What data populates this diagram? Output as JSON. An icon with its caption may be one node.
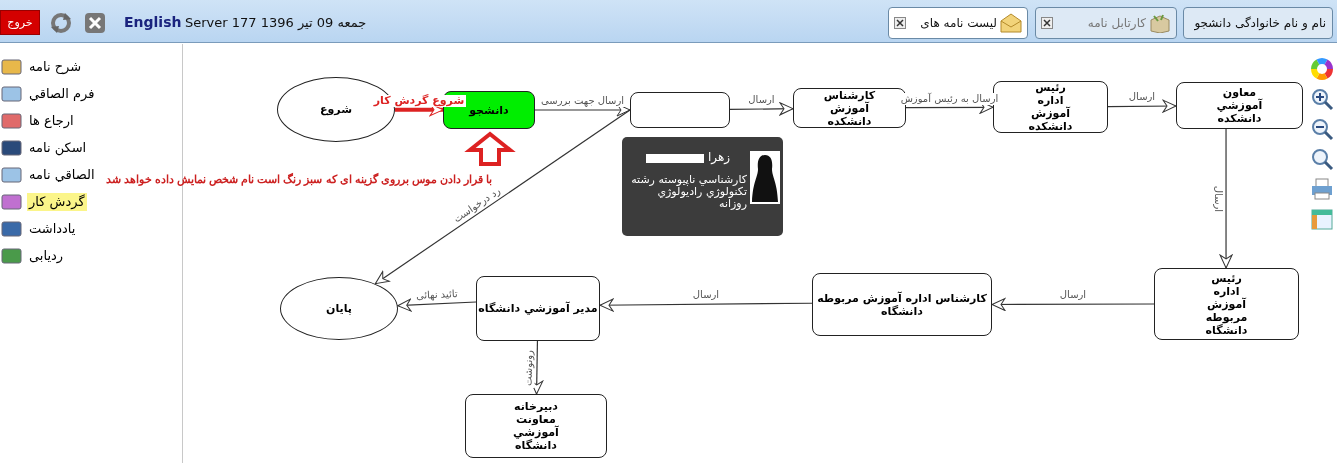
{
  "diagram": {
    "nodes": [
      {
        "text": [
          "شروع"
        ]
      },
      {
        "text": [
          "دانشجو"
        ]
      },
      {
        "text": [],
        "shape": "box"
      },
      {
        "text": [
          "کارشناس آموزش دانشکده"
        ]
      },
      {
        "text": [
          "رئيس اداره آموزش دانشکده"
        ]
      },
      {
        "text": [
          "معاون آموزشي دانشکده"
        ]
      },
      {
        "text": [
          "رئيس اداره آموزش مربوطه دانشگاه"
        ]
      },
      {
        "text": [
          "کارشناس اداره آموزش مربوطه دانشگاه"
        ]
      },
      {
        "text": [
          "مدير آموزشي دانشگاه"
        ]
      },
      {
        "text": [
          "پايان"
        ]
      },
      {
        "text": [
          "دبيرخانه معاونت آموزشي دانشگاه"
        ]
      },
      {
        "text": [
          "زهرا",
          "کارشناسي ناپيوسته رشته تکنولوژي راديولوژي روزانه"
        ]
      },
      {
        "text": [
          "با قرار دادن موس برروی گزینه ای که سبز رنگ است نام شخص نمایش داده خواهد شد"
        ]
      }
    ],
    "edges": [
      {
        "from": 0,
        "to": 1,
        "arrow": "to",
        "label": "شروع گردش کار",
        "style": "thick",
        "color": "#dd2222"
      },
      {
        "from": 1,
        "to": 2,
        "arrow": "to",
        "label": "ارسال جهت بررسی"
      },
      {
        "from": 2,
        "to": 3,
        "arrow": "to",
        "label": "ارسال"
      },
      {
        "from": 3,
        "to": 4,
        "arrow": "to",
        "label": "ارسال به رئيس آموزش"
      },
      {
        "from": 4,
        "to": 5,
        "arrow": "to",
        "label": "ارسال"
      },
      {
        "from": 5,
        "to": 6,
        "arrow": "to",
        "label": "ارسال"
      },
      {
        "from": 6,
        "to": 7,
        "arrow": "to",
        "label": "ارسال"
      },
      {
        "from": 7,
        "to": 8,
        "arrow": "to",
        "label": "ارسال"
      },
      {
        "from": 8,
        "to": 9,
        "arrow": "to",
        "label": "تائید نهائی"
      },
      {
        "from": 8,
        "to": 10,
        "arrow": "to",
        "label": "رونوشت"
      },
      {
        "from": 2,
        "to": 9,
        "arrow": "to",
        "label": "رد درخواست"
      },
      {
        "from": 12,
        "to": 1,
        "arrow": "to",
        "style": "thick",
        "color": "#dd2222"
      }
    ],
    "labels": [
      "خروج",
      "English",
      "جمعه 09 تیر 1396 Server 177",
      "لیست نامه های",
      "کارتابل نامه",
      "نام و نام خانوادگی دانشجو",
      "شرح نامه",
      "فرم الصاقي",
      "ارجاع ها",
      "اسکن نامه",
      "الصاقي نامه",
      "گردش کار",
      "یادداشت",
      "ردیابی"
    ]
  }
}
